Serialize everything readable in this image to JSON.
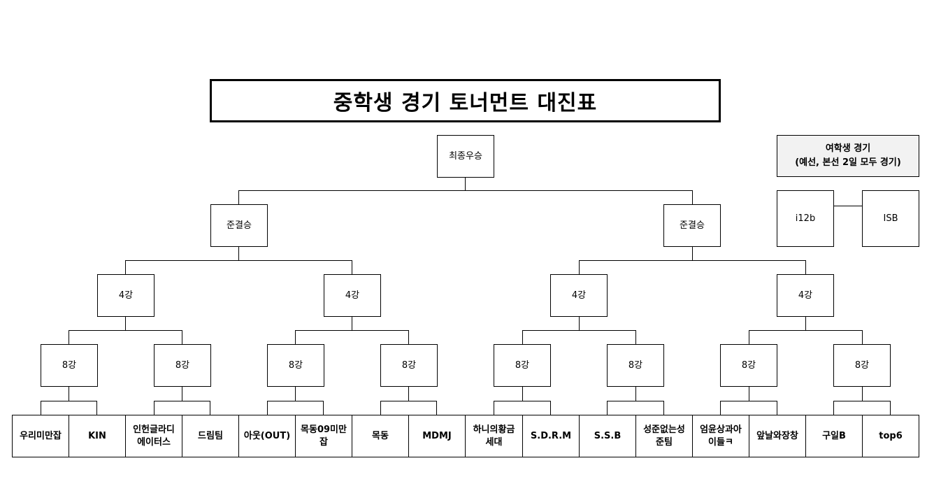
{
  "title": "중학생 경기 토너먼트 대진표",
  "final": {
    "label": "최종우승"
  },
  "semifinal": {
    "left_label": "준결승",
    "right_label": "준결승"
  },
  "quarter": {
    "labels": [
      "4강",
      "4강",
      "4강",
      "4강"
    ]
  },
  "round8": {
    "labels": [
      "8강",
      "8강",
      "8강",
      "8강",
      "8강",
      "8강",
      "8강",
      "8강"
    ]
  },
  "teams": [
    "우리미만잡",
    "KIN",
    "인헌글라디\n에이터스",
    "드림팀",
    "아웃(OUT)",
    "목동09미만\n잡",
    "목동",
    "MDMJ",
    "하니의황금\n세대",
    "S.D.R.M",
    "S.S.B",
    "성준없는성\n준팀",
    "엄윤상과아\n이들ㅋ",
    "앞날와장창",
    "구일B",
    "top6"
  ],
  "girls": {
    "title": "여학생 경기",
    "subtitle": "(예선, 본선 2일 모두 경기)",
    "teams": [
      "i12b",
      "ISB"
    ]
  }
}
